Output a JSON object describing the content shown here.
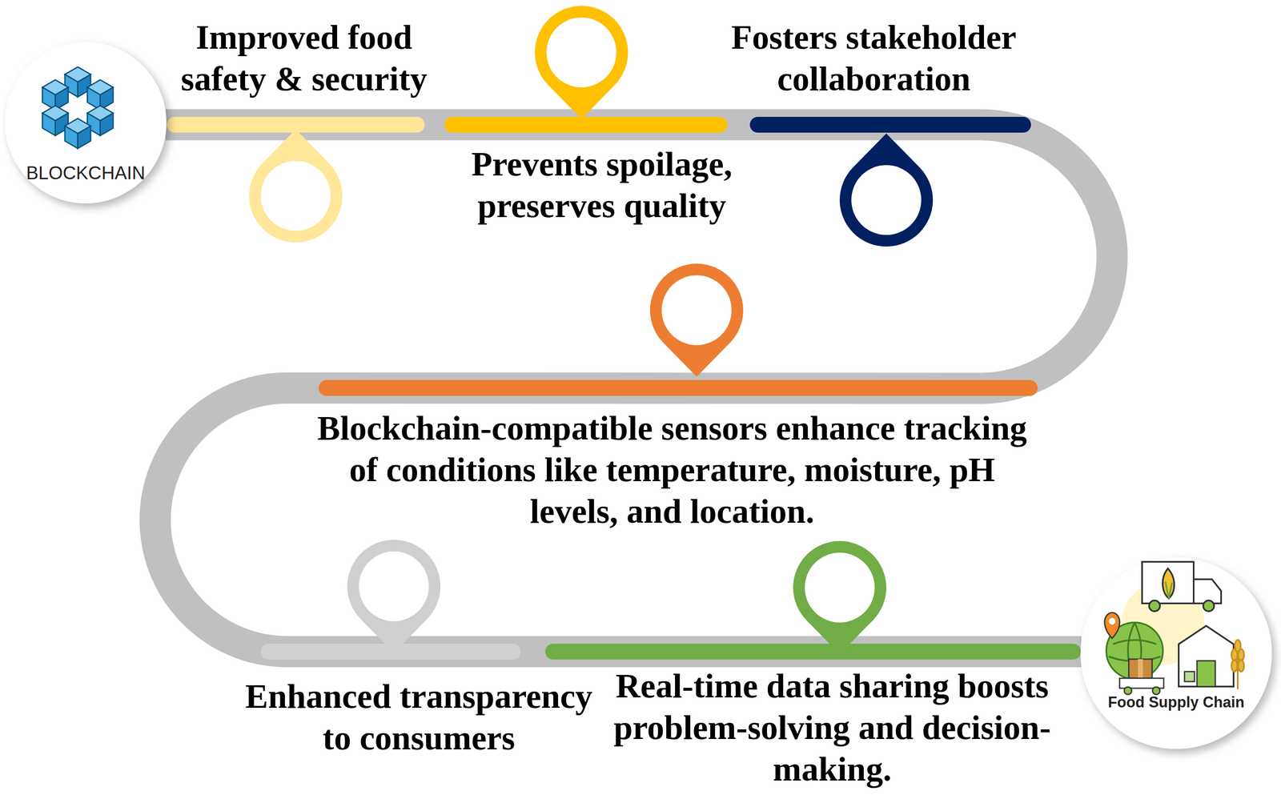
{
  "diagram": {
    "nodes": [
      {
        "text": [
          "BLOCKCHAIN"
        ]
      },
      {
        "text": [
          "Food Supply Chain"
        ]
      }
    ],
    "edges": [
      {
        "from": 0,
        "to": 1,
        "arrow": "none"
      }
    ],
    "labels": [
      "Improved food safety & security",
      "Prevents spoilage, preserves quality",
      "Fosters stakeholder collaboration",
      "Blockchain-compatible sensors enhance tracking of conditions like temperature, moisture, pH levels, and location.",
      "Enhanced transparency to consumers",
      "Real-time data sharing boosts problem-solving and decision-making."
    ]
  }
}
